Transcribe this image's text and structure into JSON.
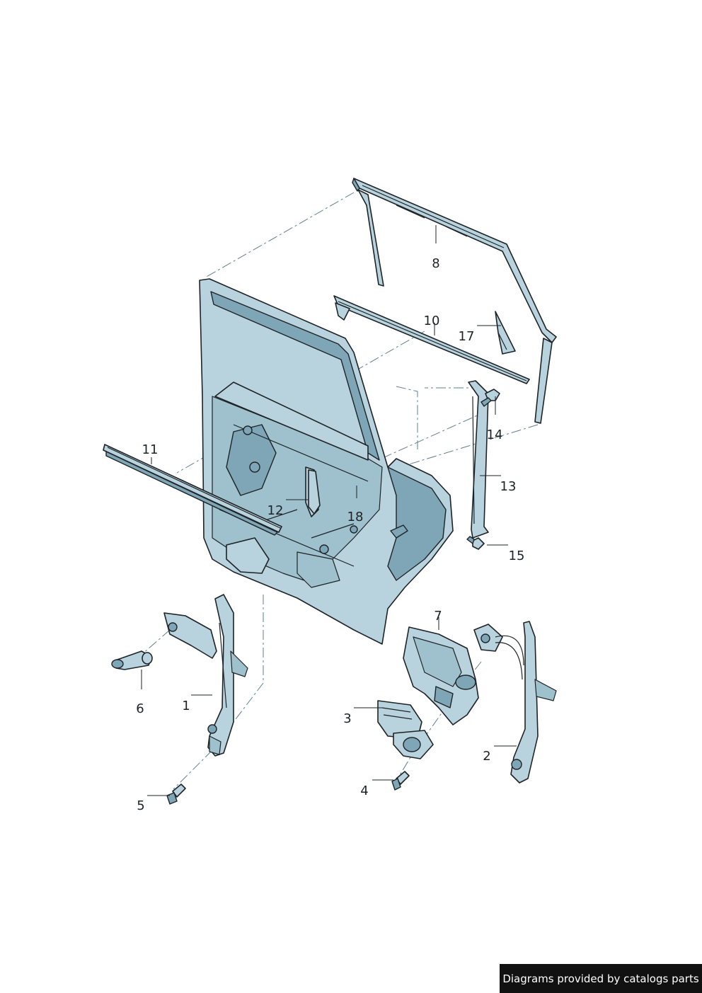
{
  "callouts": {
    "c1": "1",
    "c2": "2",
    "c3": "3",
    "c4": "4",
    "c5": "5",
    "c6": "6",
    "c7": "7",
    "c8": "8",
    "c10": "10",
    "c11": "11",
    "c12": "12",
    "c13": "13",
    "c14": "14",
    "c15": "15",
    "c17": "17",
    "c18": "18"
  },
  "footer": {
    "text": "Diagrams provided by catalogs parts"
  },
  "colors": {
    "part_fill": "#b9d3de",
    "part_shade": "#7fa6b6",
    "outline": "#1d2326",
    "footer_bg": "#111111"
  }
}
